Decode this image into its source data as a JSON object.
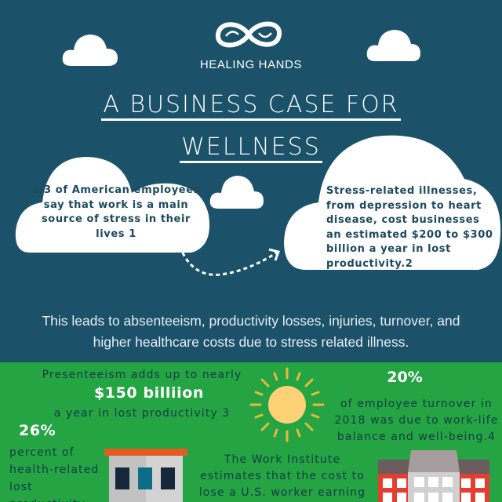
{
  "brand": {
    "name": "HEALING HANDS",
    "logo_icon": "infinity-hands-logo"
  },
  "title": {
    "line1": "A BUSINESS CASE FOR",
    "line2": "WELLNESS"
  },
  "clouds": {
    "left_bubble": "2/3 of American employees say that work is a main source of stress in their lives 1",
    "right_bubble": "Stress-related illnesses, from depression to heart disease, cost businesses an estimated $200 to $300 billion a year in lost productivity.2"
  },
  "summary": {
    "line1": "This leads to absenteeism, productivity losses, injuries, turnover, and",
    "line2": "higher healthcare costs due to stress related illness."
  },
  "stats": {
    "presenteeism": {
      "intro": "Presenteeism adds up to nearly",
      "value": "$150 billiion",
      "outro": "a year in lost productivity 3"
    },
    "turnover": {
      "value": "20%",
      "text": "of employee turnover in 2018 was due to work-life balance and well-being.4"
    },
    "health_related": {
      "value": "26%",
      "text": "percent of health-related lost productivity"
    },
    "work_institute": {
      "text": "The Work Institute estimates that the cost to lose a U.S. worker earning"
    }
  },
  "colors": {
    "navy_bg": "#1b5169",
    "green_bg": "#24a443",
    "dark_text": "#123b45",
    "sun": "#fdd176",
    "sun_rays": "#e8b93c",
    "roof_orange": "#e65a24",
    "brick_red": "#e53d2f"
  }
}
